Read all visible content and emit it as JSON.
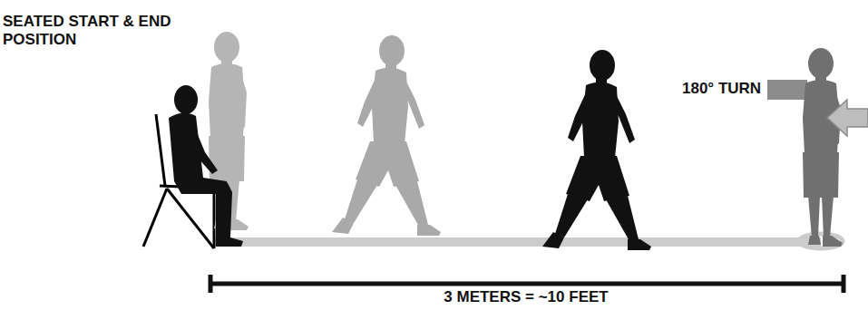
{
  "diagram": {
    "labels": [
      "SEATED START & END POSITION",
      "180° TURN",
      "3 METERS = ~10 FEET"
    ]
  }
}
